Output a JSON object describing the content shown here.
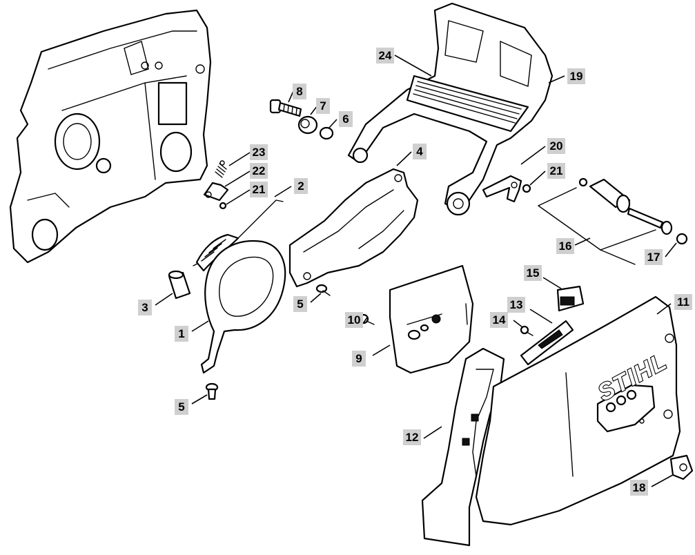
{
  "diagram": {
    "brand_logo_text": "STIHL",
    "callouts": [
      {
        "id": "c24",
        "label": "24"
      },
      {
        "id": "c19",
        "label": "19"
      },
      {
        "id": "c8",
        "label": "8"
      },
      {
        "id": "c7",
        "label": "7"
      },
      {
        "id": "c6",
        "label": "6"
      },
      {
        "id": "c23",
        "label": "23"
      },
      {
        "id": "c22",
        "label": "22"
      },
      {
        "id": "c21a",
        "label": "21"
      },
      {
        "id": "c2",
        "label": "2"
      },
      {
        "id": "c4",
        "label": "4"
      },
      {
        "id": "c20",
        "label": "20"
      },
      {
        "id": "c21b",
        "label": "21"
      },
      {
        "id": "c16",
        "label": "16"
      },
      {
        "id": "c17",
        "label": "17"
      },
      {
        "id": "c3",
        "label": "3"
      },
      {
        "id": "c5a",
        "label": "5"
      },
      {
        "id": "c15",
        "label": "15"
      },
      {
        "id": "c11",
        "label": "11"
      },
      {
        "id": "c1",
        "label": "1"
      },
      {
        "id": "c10",
        "label": "10"
      },
      {
        "id": "c13",
        "label": "13"
      },
      {
        "id": "c14",
        "label": "14"
      },
      {
        "id": "c9",
        "label": "9"
      },
      {
        "id": "c5b",
        "label": "5"
      },
      {
        "id": "c12",
        "label": "12"
      },
      {
        "id": "c18",
        "label": "18"
      }
    ]
  }
}
